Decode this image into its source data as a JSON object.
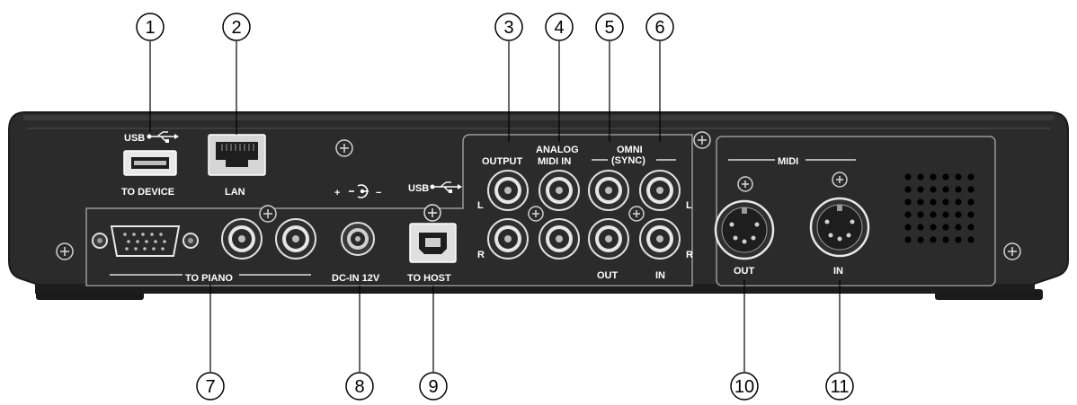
{
  "labels": {
    "usb_top": "USB",
    "to_device": "TO DEVICE",
    "lan": "LAN",
    "usb_host": "USB",
    "to_host": "TO HOST",
    "power_polarity": "+ ⊕ −",
    "dc_in": "DC-IN  12V",
    "to_piano": "TO PIANO",
    "output": "OUTPUT",
    "analog_line1": "ANALOG",
    "analog_line2": "MIDI IN",
    "omni_line1": "OMNI",
    "omni_line2": "(SYNC)",
    "ch_l_left": "L",
    "ch_r_left": "R",
    "ch_l_right": "L",
    "ch_r_right": "R",
    "omni_out": "OUT",
    "omni_in": "IN",
    "midi": "MIDI",
    "midi_out": "OUT",
    "midi_in": "IN"
  },
  "callouts": [
    "1",
    "2",
    "3",
    "4",
    "5",
    "6",
    "7",
    "8",
    "9",
    "10",
    "11"
  ],
  "icons": {
    "usb": "usb-trident-icon",
    "screw": "phillips-screw-icon",
    "power": "dc-polarity-icon"
  },
  "colors": {
    "chassis": "#2b2b2b",
    "panel_border": "#9a9a9a",
    "text": "#ffffff",
    "leader": "#000000"
  }
}
